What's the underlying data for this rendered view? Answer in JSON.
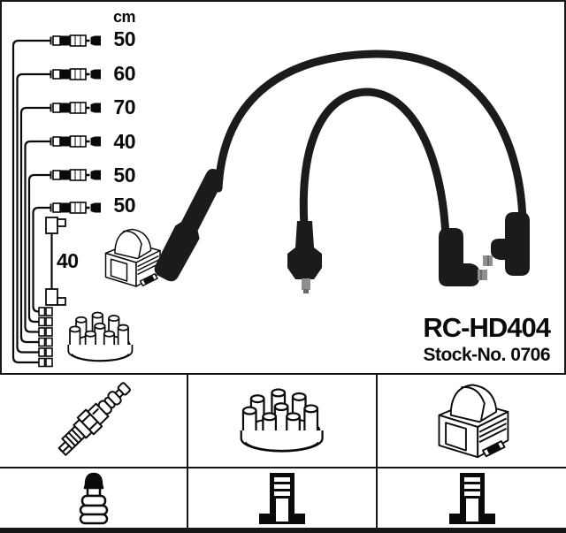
{
  "unit_header": "cm",
  "schematic": {
    "cable_lengths": [
      "50",
      "60",
      "70",
      "40",
      "50",
      "50"
    ],
    "coil_cable_length": "40",
    "drawings": [
      "ignition-coil",
      "distributor-cap",
      "cable-set-with-terminals"
    ]
  },
  "product": {
    "code": "RC-HD404",
    "stock": "Stock-No. 0706"
  },
  "parts_grid": {
    "row1_icons": [
      "spark-plug",
      "distributor-cap",
      "ignition-coil"
    ],
    "row2_icons": [
      "plug-terminal-nut",
      "coil-terminal-socket",
      "coil-terminal-socket"
    ]
  },
  "colors": {
    "line": "#0a0a0a",
    "background": "#ffffff",
    "cable_black": "#1b1b1b",
    "terminal_metal": "#8f8f8f"
  }
}
